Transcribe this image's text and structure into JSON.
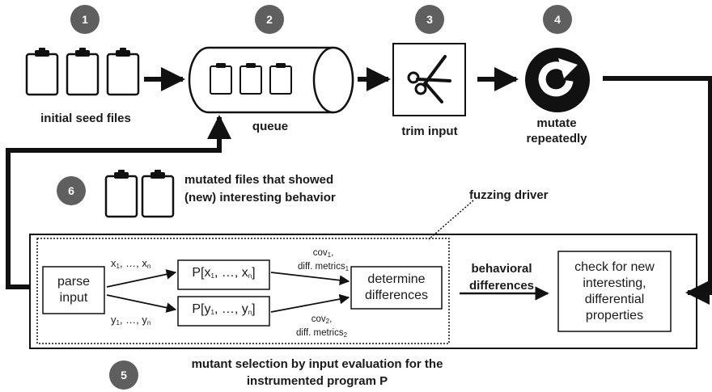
{
  "steps": [
    {
      "number": "1",
      "label": "initial seed files"
    },
    {
      "number": "2",
      "label": "queue"
    },
    {
      "number": "3",
      "label": "trim input"
    },
    {
      "number": "4",
      "label": "mutate repeatedly"
    },
    {
      "number": "5",
      "label_line1": "mutant selection by input evaluation for the",
      "label_line2": "instrumented program P"
    },
    {
      "number": "6",
      "label_line1": "mutated files that showed",
      "label_line2": "(new) interesting behavior"
    }
  ],
  "fuzzing_driver_label": "fuzzing driver",
  "parse_input": {
    "line1": "parse",
    "line2": "input"
  },
  "x_vars": {
    "a": "x",
    "s1": "1",
    "mid": ", …, x",
    "sn": "n"
  },
  "y_vars": {
    "a": "y",
    "s1": "1",
    "mid": ", …, y",
    "sn": "n"
  },
  "program_x": {
    "pre": "P[x",
    "s1": "1",
    "mid": ", …, x",
    "sn": "n",
    "post": "]"
  },
  "program_y": {
    "pre": "P[y",
    "s1": "1",
    "mid": ", …, y",
    "sn": "n",
    "post": "]"
  },
  "cov1": {
    "a": "cov",
    "s": "1",
    "comma": ",",
    "b": "diff. metrics",
    "bs": "1"
  },
  "cov2": {
    "a": "cov",
    "s": "2",
    "comma": ",",
    "b": "diff. metrics",
    "bs": "2"
  },
  "determine": {
    "line1": "determine",
    "line2": "differences"
  },
  "behavioral": {
    "line1": "behavioral",
    "line2": "differences"
  },
  "check": {
    "line1": "check for new",
    "line2": "interesting,",
    "line3": "differential",
    "line4": "properties"
  }
}
